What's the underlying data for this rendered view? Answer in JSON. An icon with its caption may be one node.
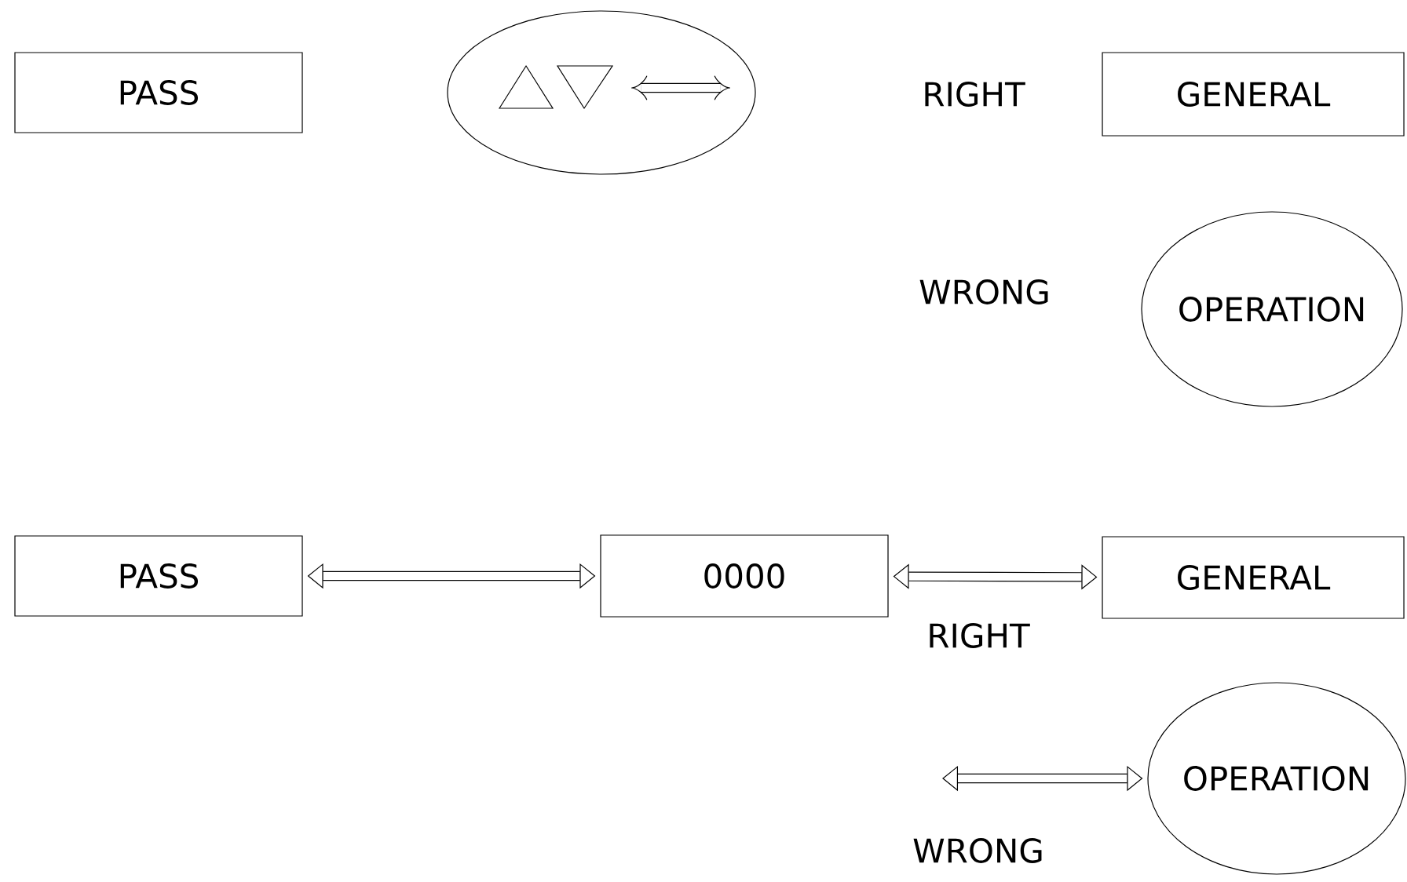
{
  "diagram": {
    "nodes": [
      {
        "text": [
          "PASS"
        ]
      },
      {
        "text": [],
        "shape": "circle"
      },
      {
        "text": [
          "GENERAL"
        ]
      },
      {
        "text": [
          "OPERATION"
        ]
      },
      {
        "text": [
          "PASS"
        ]
      },
      {
        "text": [
          "0000"
        ]
      },
      {
        "text": [
          "GENERAL"
        ]
      },
      {
        "text": [
          "OPERATION"
        ]
      }
    ],
    "edges": [
      {
        "from": 4,
        "to": 5,
        "arrow": "both"
      },
      {
        "from": 5,
        "to": 6,
        "arrow": "both",
        "label": "RIGHT"
      },
      {
        "from": null,
        "to": 7,
        "arrow": "both",
        "label": "WRONG"
      }
    ],
    "labels": [
      "RIGHT",
      "WRONG"
    ]
  }
}
